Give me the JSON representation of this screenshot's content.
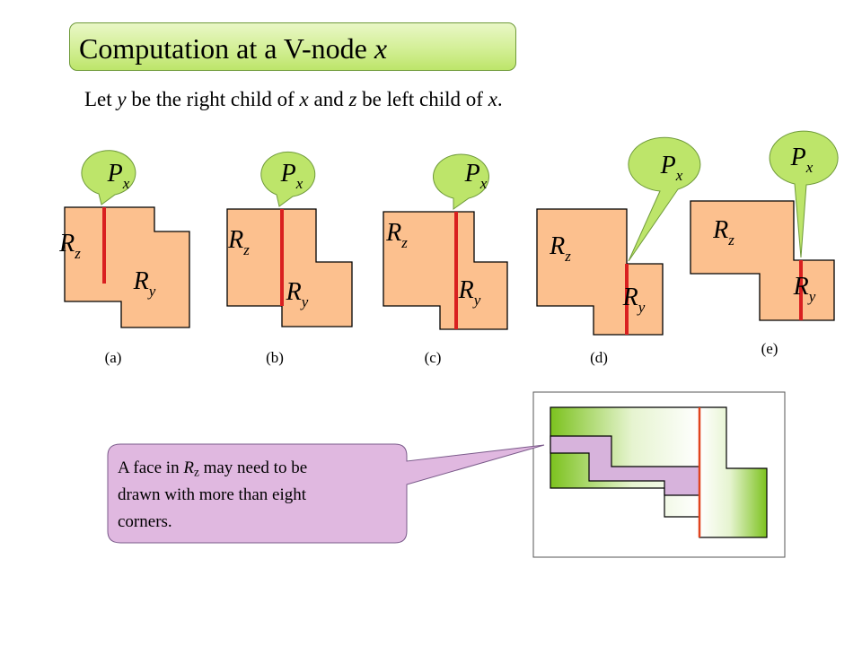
{
  "slide": {
    "title_prefix": "Computation at a V-node ",
    "title_var": "x",
    "subtitle_parts": [
      {
        "text": "Let ",
        "italic": false
      },
      {
        "text": "y",
        "italic": true
      },
      {
        "text": " be the right child of ",
        "italic": false
      },
      {
        "text": "x",
        "italic": true
      },
      {
        "text": " and ",
        "italic": false
      },
      {
        "text": "z",
        "italic": true
      },
      {
        "text": " be left child of ",
        "italic": false
      },
      {
        "text": "x",
        "italic": true
      },
      {
        "text": ".",
        "italic": false
      }
    ]
  },
  "label_text": {
    "P": "P",
    "x": "x",
    "Rz_base": "R",
    "Rz_sub": "z",
    "Ry_base": "R",
    "Ry_sub": "y"
  },
  "cases": [
    {
      "id": "a",
      "caption": "(a)"
    },
    {
      "id": "b",
      "caption": "(b)"
    },
    {
      "id": "c",
      "caption": "(c)"
    },
    {
      "id": "d",
      "caption": "(d)"
    },
    {
      "id": "e",
      "caption": "(e)"
    }
  ],
  "callout": {
    "line1_before": "A face in ",
    "line1_base": "R",
    "line1_sub": "z",
    "line1_after": " may need to be",
    "line2": "drawn with more than eight",
    "line3": "corners."
  },
  "colors": {
    "region_fill": "#fcc08e",
    "outline": "#000000",
    "separator": "#d92020",
    "balloon_fill": "#bde56a",
    "callout_fill": "#e0b8e0",
    "title_border": "#6f9a3a",
    "green": "#7cc21e",
    "purple": "#d7b3dc"
  }
}
